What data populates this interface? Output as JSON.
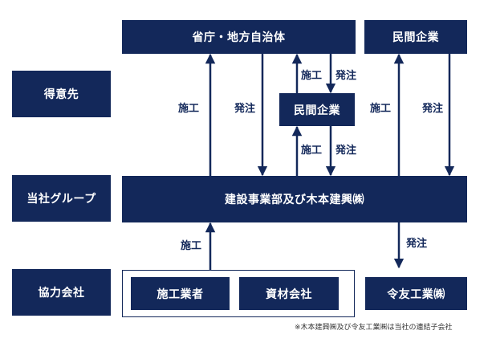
{
  "colors": {
    "navy": "#13285a"
  },
  "rows": {
    "clients": "得意先",
    "group": "当社グループ",
    "partners": "協力会社"
  },
  "boxes": {
    "government": "省庁・地方自治体",
    "private_top": "民間企業",
    "private_mid": "民間企業",
    "main": "建設事業部及び木本建興㈱",
    "contractor": "施工業者",
    "materials": "資材会社",
    "reiyu": "令友工業㈱"
  },
  "arrow_labels": {
    "gov_construction": "施工",
    "gov_order": "発注",
    "mid_top_construction": "施工",
    "mid_top_order": "発注",
    "mid_bottom_construction": "施工",
    "mid_bottom_order": "発注",
    "right_construction": "施工",
    "right_order": "発注",
    "partner_construction": "施工",
    "reiyu_order": "発注"
  },
  "footnote": "※木本建興㈱及び令友工業㈱は当社の連結子会社"
}
